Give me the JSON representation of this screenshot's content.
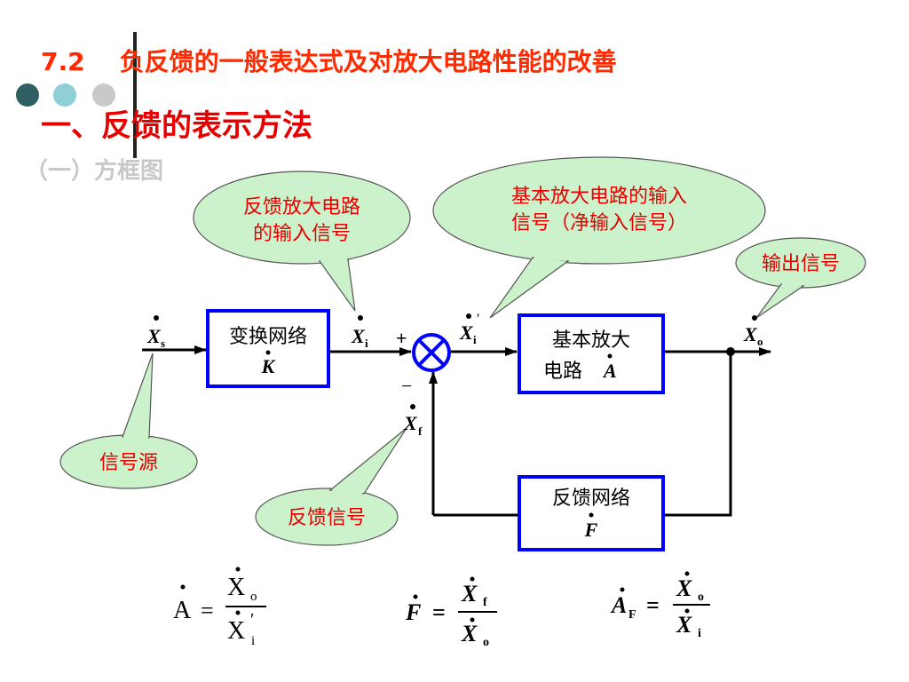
{
  "slide": {
    "title": "7.2    负反馈的一般表达式及对放大电路性能的改善",
    "heading": "一、反馈的表示方法",
    "subheading": "（一）方框图"
  },
  "colors": {
    "title": "#ff2a00",
    "heading": "#e60000",
    "subheading": "#c8c8c8",
    "callout_fill": "#ccf2cc",
    "block_border": "#0000ff",
    "dot1": "#2f5f62",
    "dot2": "#8ed0d6",
    "dot3": "#c9c9c9"
  },
  "callouts": {
    "feedback_amp_input_l1": "反馈放大电路",
    "feedback_amp_input_l2": "的输入信号",
    "basic_amp_input_l1": "基本放大电路的输入",
    "basic_amp_input_l2": "信号（净输入信号）",
    "output_signal": "输出信号",
    "signal_source": "信号源",
    "feedback_signal": "反馈信号"
  },
  "blocks": {
    "transform_label": "变换网络",
    "transform_symbol": "K",
    "basic_amp_l1": "基本放大",
    "basic_amp_l2": "电路",
    "basic_amp_symbol": "A",
    "feedback_label": "反馈网络",
    "feedback_symbol": "F"
  },
  "signals": {
    "xs": "X",
    "xs_sub": "s",
    "xi": "X",
    "xi_sub": "i",
    "xi_prime": "X",
    "xi_prime_sub": "i",
    "xi_prime_mark": "′",
    "xo": "X",
    "xo_sub": "o",
    "xf": "X",
    "xf_sub": "f",
    "plus": "+",
    "minus": "−"
  },
  "formulas": {
    "f1_lhs": "A",
    "f1_num": "X",
    "f1_num_sub": "o",
    "f1_den": "X",
    "f1_den_sub": "i",
    "f1_den_mark": "′",
    "f2_lhs": "F",
    "f2_num": "X",
    "f2_num_sub": "f",
    "f2_den": "X",
    "f2_den_sub": "o",
    "f3_lhs": "A",
    "f3_lhs_sub": "F",
    "f3_num": "X",
    "f3_num_sub": "o",
    "f3_den": "X",
    "f3_den_sub": "i",
    "equals": "="
  }
}
